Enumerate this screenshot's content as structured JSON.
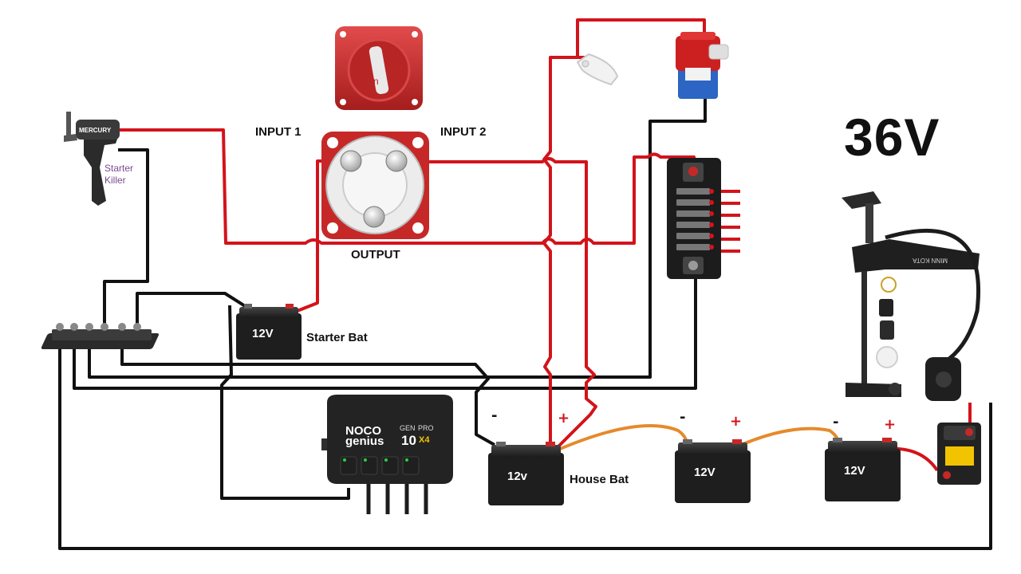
{
  "voltage_label": "36V",
  "switch": {
    "input1_label": "INPUT 1",
    "input2_label": "INPUT 2",
    "output_label": "OUTPUT"
  },
  "starter_battery": {
    "voltage": "12V",
    "label": "Starter Bat"
  },
  "house_battery": {
    "voltage": "12v",
    "label": "House Bat"
  },
  "battery_2": {
    "voltage": "12V"
  },
  "battery_3": {
    "voltage": "12V"
  },
  "terminal_signs": {
    "negative": "-",
    "positive": "+"
  },
  "outboard": {
    "brand": "MERCURY",
    "kill_label_1": "Starter",
    "kill_label_2": "Killer"
  },
  "charger": {
    "brand": "NOCO",
    "model": "genius",
    "gen": "GEN",
    "pro": "PRO",
    "amp": "10",
    "bank": "X4"
  },
  "trolling_motor": {
    "brand": "MINN KOTA"
  },
  "colors": {
    "positive_wire": "#d3131b",
    "negative_wire": "#111111",
    "series_wire": "#e58a2c",
    "switch_red": "#c62828"
  }
}
